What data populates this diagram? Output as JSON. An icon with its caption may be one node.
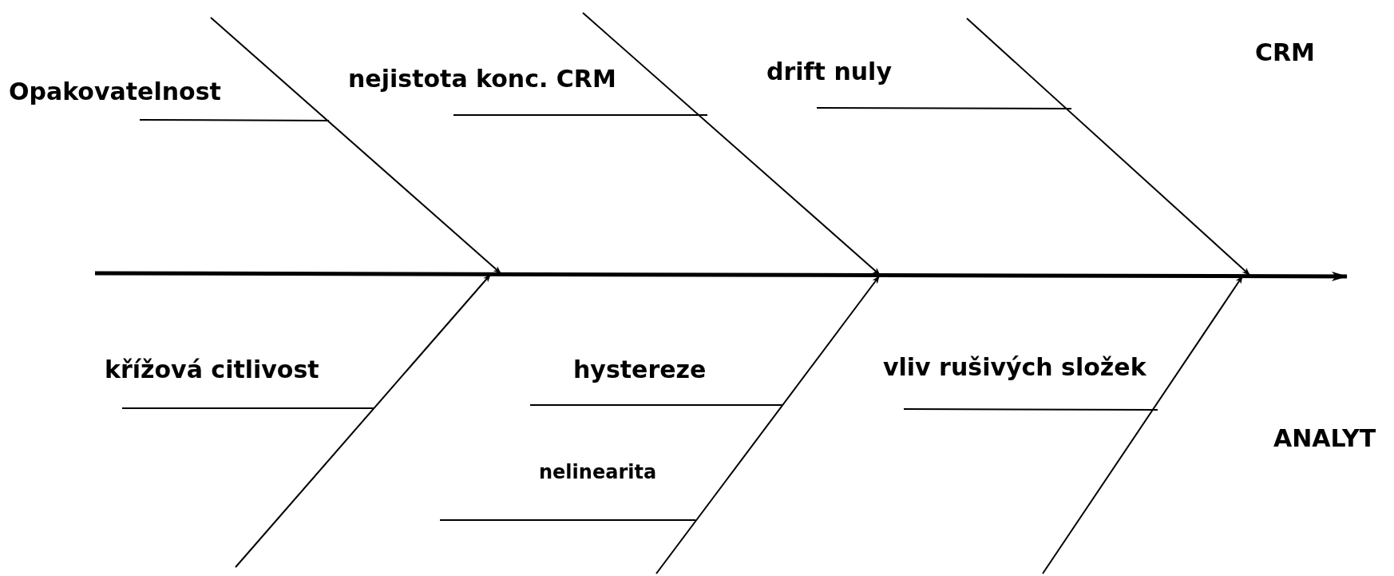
{
  "diagram": {
    "labels": [
      "Opakovatelnost",
      "nejistota konc. CRM",
      "drift nuly",
      "CRM",
      "křížová citlivost",
      "hystereze",
      "vliv rušivých složek",
      "nelinearita",
      "ANALYT"
    ]
  }
}
